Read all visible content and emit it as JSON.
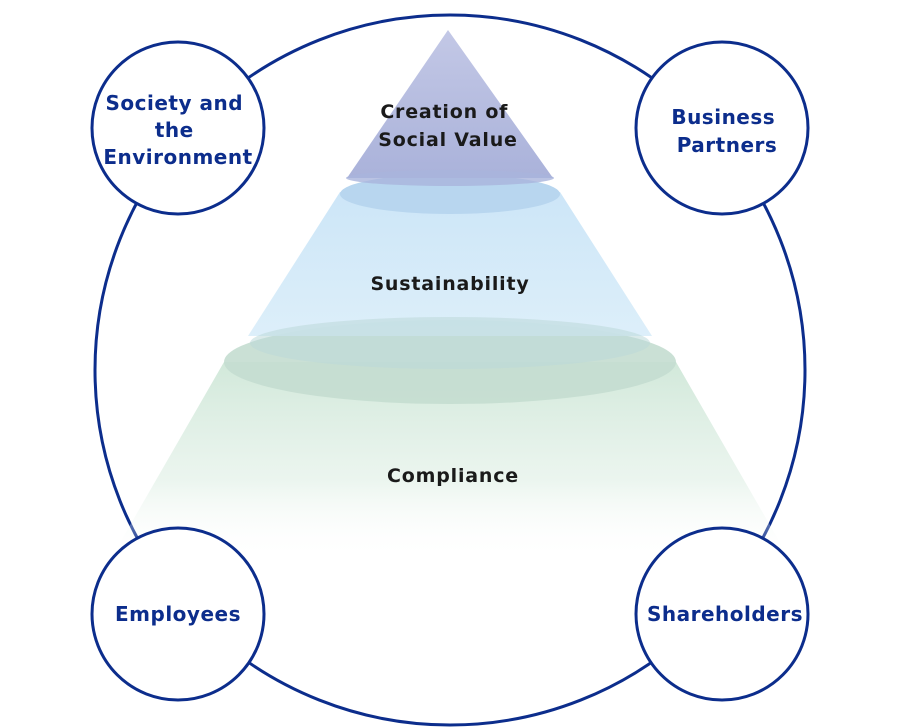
{
  "colors": {
    "ring": "#0c2d8c",
    "node_text": "#0c2d8c",
    "tier_text": "#1a1a1a",
    "top_tier": "#b3b9dd",
    "middle_tier": "#bfe0f6",
    "bottom_tier": "#cfe7d8"
  },
  "stakeholders": {
    "society": {
      "lines": [
        "Society and",
        "the",
        "Environment"
      ]
    },
    "partners": {
      "lines": [
        "Business",
        "Partners"
      ]
    },
    "employees": {
      "lines": [
        "Employees"
      ]
    },
    "shareholders": {
      "lines": [
        "Shareholders"
      ]
    }
  },
  "tiers": {
    "top": {
      "lines": [
        "Creation of",
        "Social Value"
      ]
    },
    "middle": {
      "label": "Sustainability"
    },
    "bottom": {
      "label": "Compliance"
    }
  }
}
